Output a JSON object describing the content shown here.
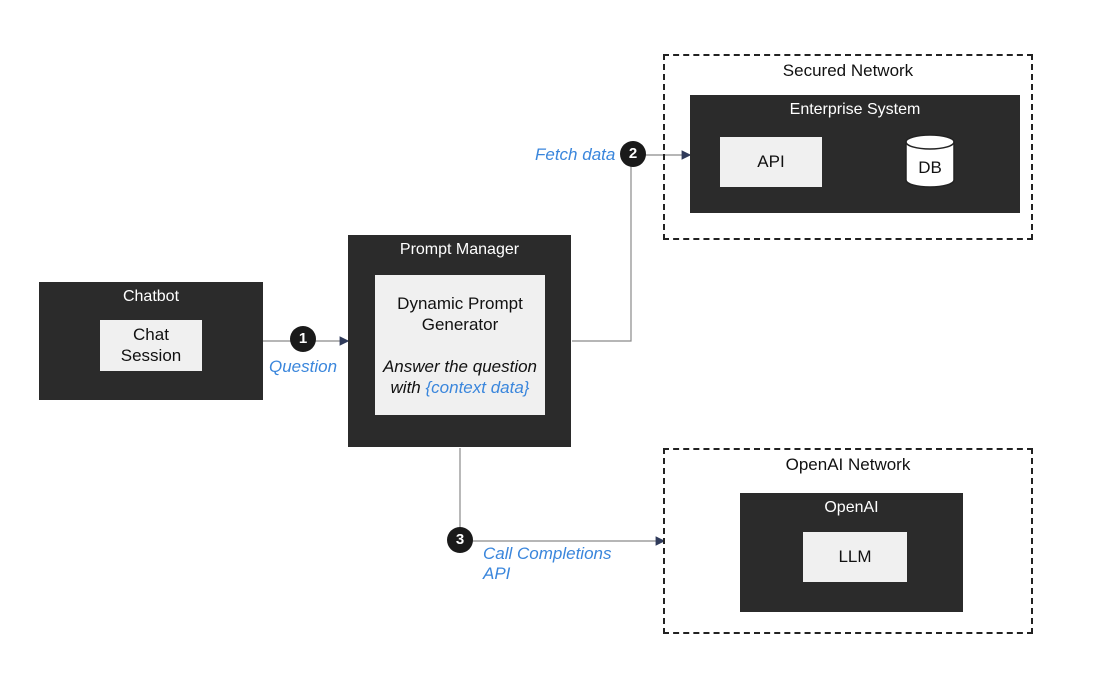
{
  "chatbot": {
    "title": "Chatbot",
    "session_line1": "Chat",
    "session_line2": "Session"
  },
  "prompt_manager": {
    "title": "Prompt Manager",
    "generator_line1": "Dynamic Prompt",
    "generator_line2": "Generator",
    "answer_line1": "Answer the question",
    "answer_with": "with ",
    "answer_context": "{context data}"
  },
  "secured_network": {
    "title": "Secured Network",
    "enterprise_title": "Enterprise System",
    "api_label": "API",
    "db_label": "DB"
  },
  "openai_network": {
    "title": "OpenAI Network",
    "openai_title": "OpenAI",
    "llm_label": "LLM"
  },
  "steps": [
    {
      "number": "1",
      "label": "Question"
    },
    {
      "number": "2",
      "label": "Fetch data"
    },
    {
      "number": "3",
      "label_line1": "Call Completions",
      "label_line2": "API"
    }
  ],
  "colors": {
    "dark_box": "#2b2b2b",
    "light_box": "#f0f0f0",
    "accent_blue": "#3a86dc",
    "line": "#8a8a8a",
    "arrow_head": "#2f3a5a"
  }
}
